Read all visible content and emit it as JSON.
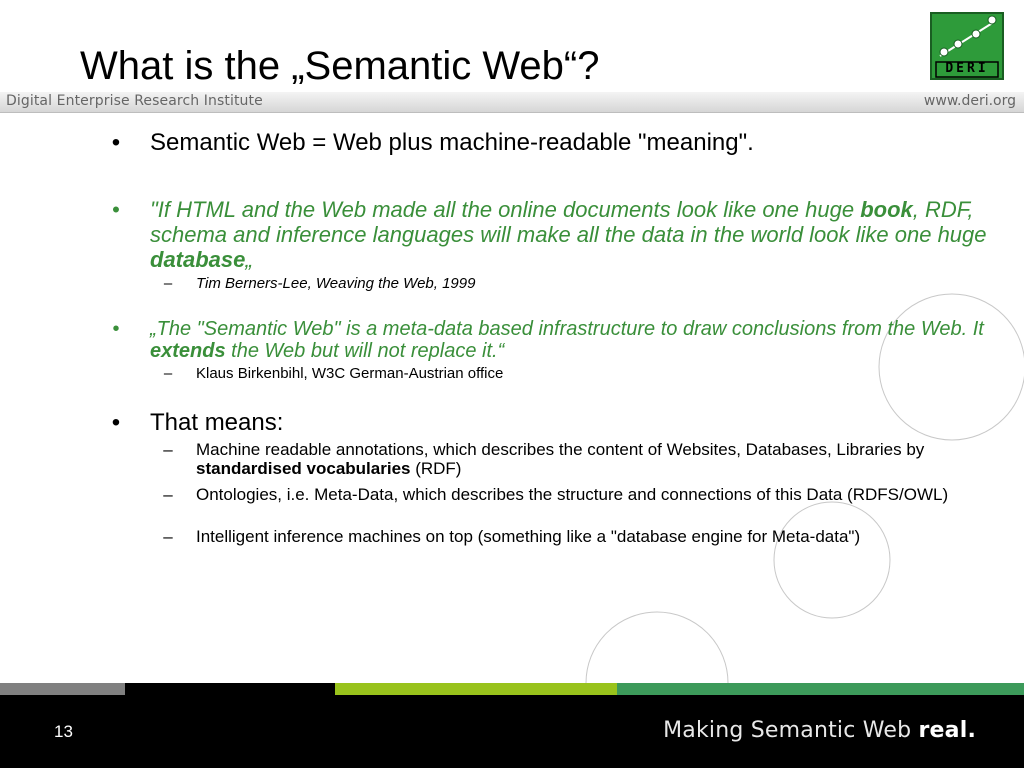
{
  "slide": {
    "title": "What is the „Semantic Web“?",
    "header_left": "Digital Enterprise Research Institute",
    "header_right": "www.deri.org",
    "logo_text": "DERI"
  },
  "bullets": {
    "b1": "Semantic Web = Web plus machine-readable \"meaning\".",
    "b2_a": "\"If HTML and the Web made all the online documents look like one huge ",
    "b2_b": "book",
    "b2_c": ", RDF, schema and inference languages will make all the data in the world look like one huge ",
    "b2_d": "database",
    "b2_e": "„",
    "b2_sub": "Tim Berners-Lee, Weaving the Web, 1999",
    "b3_a": "„The \"Semantic Web\" is  a meta-data based infrastructure to draw conclusions from the Web. It ",
    "b3_b": "extends",
    "b3_c": " the Web but will not replace it.“",
    "b3_sub": "Klaus Birkenbihl, W3C German-Austrian office",
    "b4": "That means:",
    "b4_sub1_a": "Machine readable annotations, which describes the content of Websites, Databases, Libraries by ",
    "b4_sub1_b": "standardised vocabularies",
    "b4_sub1_c": " (RDF)",
    "b4_sub2": "Ontologies, i.e. Meta-Data, which describes the structure and connections of this Data (RDFS/OWL)",
    "b4_sub3": "Intelligent inference machines on top (something like a \"database engine for Meta-data\")"
  },
  "markers": {
    "bullet": "•",
    "dash": "–"
  },
  "footer": {
    "page_number": "13",
    "tagline_main": "Making Semantic Web ",
    "tagline_bold": "real."
  },
  "colors": {
    "green_text": "#3a8f3a",
    "strip_gray": "#808080",
    "strip_black": "#000000",
    "strip_lime": "#99c31c",
    "strip_green": "#3c9a5a",
    "logo_green": "#2e9b3a"
  }
}
